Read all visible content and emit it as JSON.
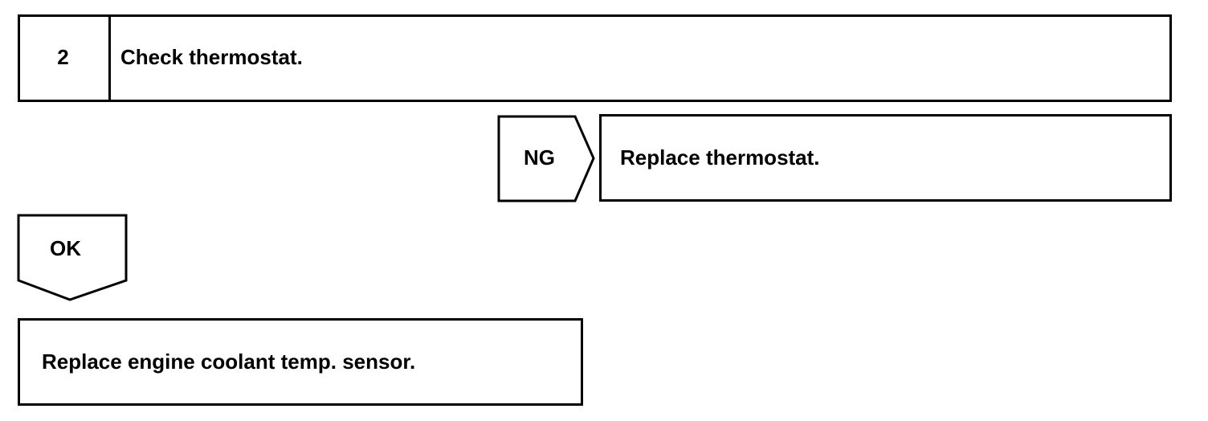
{
  "step": {
    "number": "2",
    "title": "Check thermostat."
  },
  "ng_branch": {
    "label": "NG",
    "action": "Replace thermostat."
  },
  "ok_branch": {
    "label": "OK",
    "action": "Replace engine coolant temp. sensor."
  }
}
